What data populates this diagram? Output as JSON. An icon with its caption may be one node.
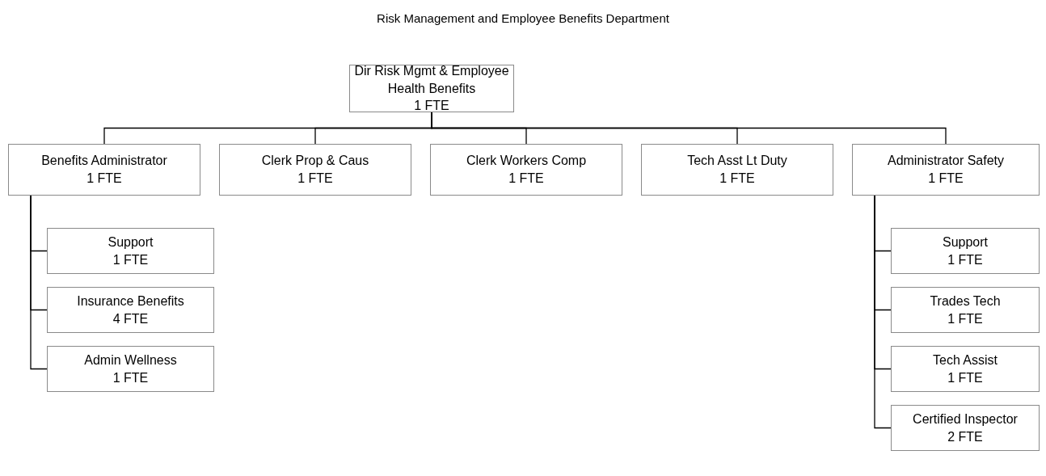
{
  "diagram": {
    "title": "Risk Management and Employee Benefits Department",
    "nodes": [
      {
        "text": [
          "Dir Risk Mgmt & Employee Health Benefits",
          "1 FTE"
        ]
      },
      {
        "text": [
          "Benefits Administrator",
          "1 FTE"
        ]
      },
      {
        "text": [
          "Clerk Prop & Caus",
          "1 FTE"
        ]
      },
      {
        "text": [
          "Clerk Workers Comp",
          "1 FTE"
        ]
      },
      {
        "text": [
          "Tech Asst Lt Duty",
          "1 FTE"
        ]
      },
      {
        "text": [
          "Administrator Safety",
          "1 FTE"
        ]
      },
      {
        "text": [
          "Support",
          "1 FTE"
        ]
      },
      {
        "text": [
          "Insurance Benefits",
          "4 FTE"
        ]
      },
      {
        "text": [
          "Admin Wellness",
          "1 FTE"
        ]
      },
      {
        "text": [
          "Support",
          "1 FTE"
        ]
      },
      {
        "text": [
          "Trades Tech",
          "1 FTE"
        ]
      },
      {
        "text": [
          "Tech Assist",
          "1 FTE"
        ]
      },
      {
        "text": [
          "Certified Inspector",
          "2 FTE"
        ]
      }
    ],
    "edges": [
      {
        "from": 0,
        "to": 1,
        "arrow": "none"
      },
      {
        "from": 0,
        "to": 2,
        "arrow": "none"
      },
      {
        "from": 0,
        "to": 3,
        "arrow": "none"
      },
      {
        "from": 0,
        "to": 4,
        "arrow": "none"
      },
      {
        "from": 0,
        "to": 5,
        "arrow": "none"
      },
      {
        "from": 1,
        "to": 6,
        "arrow": "none"
      },
      {
        "from": 1,
        "to": 7,
        "arrow": "none"
      },
      {
        "from": 1,
        "to": 8,
        "arrow": "none"
      },
      {
        "from": 5,
        "to": 9,
        "arrow": "none"
      },
      {
        "from": 5,
        "to": 10,
        "arrow": "none"
      },
      {
        "from": 5,
        "to": 11,
        "arrow": "none"
      },
      {
        "from": 5,
        "to": 12,
        "arrow": "none"
      }
    ]
  }
}
